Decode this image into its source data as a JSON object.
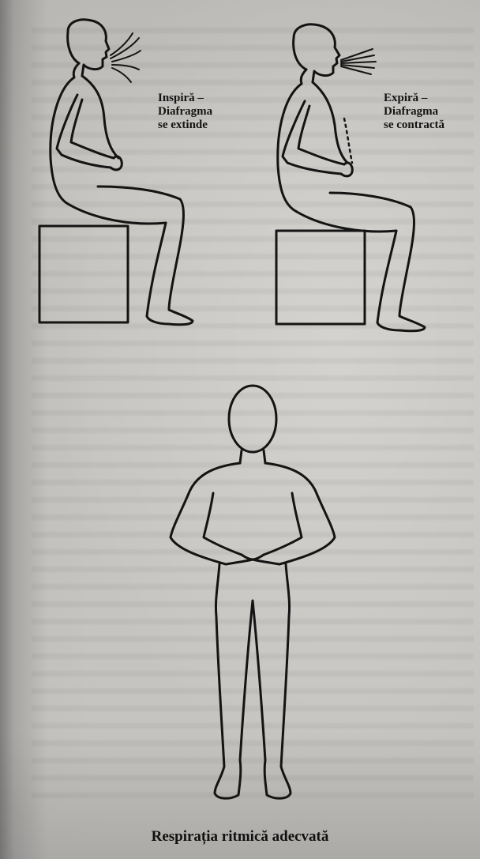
{
  "figure": {
    "left_label": {
      "line1": "Inspiră –",
      "line2": "Diafragma",
      "line3": "se extinde"
    },
    "right_label": {
      "line1": "Expiră –",
      "line2": "Diafragma",
      "line3": "se contractă"
    },
    "caption": "Respirația ritmică adecvată"
  },
  "colors": {
    "paper": "#c6c4c0",
    "ink": "#141414"
  }
}
